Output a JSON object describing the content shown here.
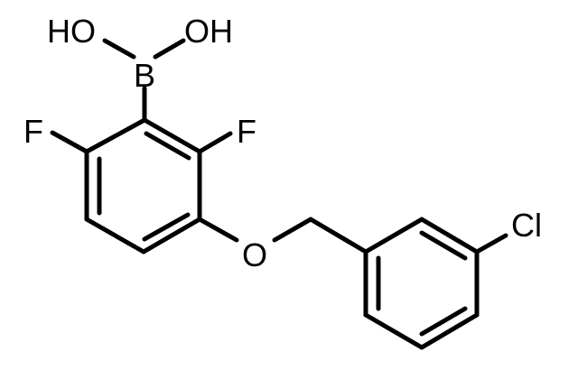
{
  "molecule": {
    "atoms": {
      "oh_left": "HO",
      "oh_right": "OH",
      "boron": "B",
      "fluorine_left": "F",
      "fluorine_right": "F",
      "ether_oxygen": "O",
      "chlorine": "Cl"
    },
    "colors": {
      "background": "#ffffff",
      "ink": "#000000"
    }
  }
}
